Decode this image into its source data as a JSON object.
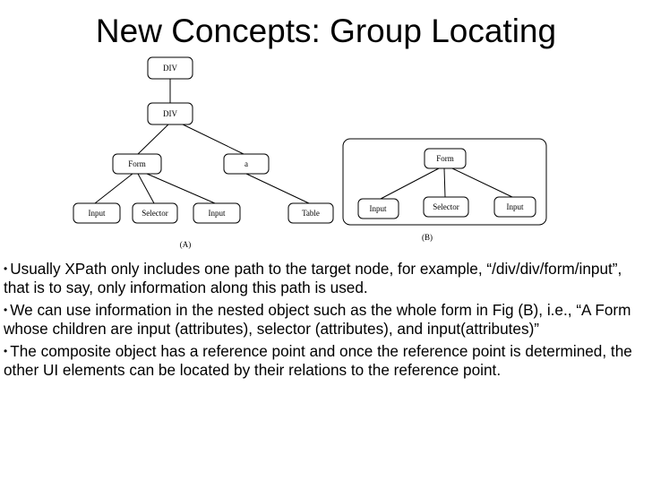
{
  "slide": {
    "title": "New Concepts: Group Locating"
  },
  "diagram_a": {
    "caption": "(A)",
    "nodes": {
      "div_root": "DIV",
      "div_child": "DIV",
      "form": "Form",
      "a": "a",
      "input1": "Input",
      "selector": "Selector",
      "input2": "Input",
      "table": "Table"
    }
  },
  "diagram_b": {
    "caption": "(B)",
    "nodes": {
      "form": "Form",
      "input1": "Input",
      "selector": "Selector",
      "input2": "Input"
    }
  },
  "bullets": [
    "Usually XPath only includes one path to the target node, for example, “/div/div/form/input”, that is to say, only information along this path is used.",
    "We can use information in the nested object such as the whole form in Fig (B), i.e., “A Form whose children are input (attributes), selector (attributes), and input(attributes)”",
    "The composite object has a reference point and once the reference point is determined, the other UI elements can be located by their relations to the reference point."
  ]
}
